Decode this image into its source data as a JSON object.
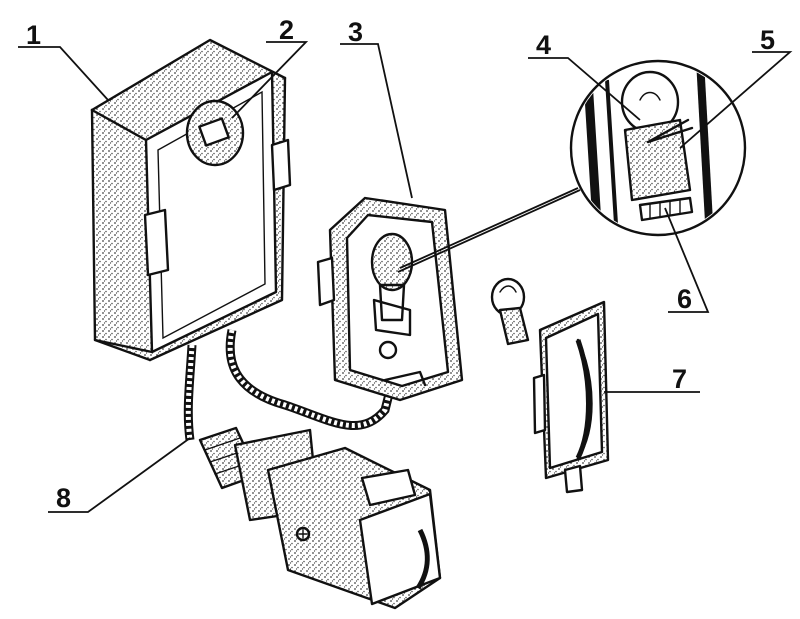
{
  "labels": [
    {
      "id": "1",
      "text": "1",
      "part": "lamp-housing"
    },
    {
      "id": "2",
      "text": "2",
      "part": "housing-lens-window"
    },
    {
      "id": "3",
      "text": "3",
      "part": "lamp-socket-bracket"
    },
    {
      "id": "4",
      "text": "4",
      "part": "bulb-contact"
    },
    {
      "id": "5",
      "text": "5",
      "part": "spring-clip"
    },
    {
      "id": "6",
      "text": "6",
      "part": "contact-screw"
    },
    {
      "id": "7",
      "text": "7",
      "part": "cover-plate"
    },
    {
      "id": "8",
      "text": "8",
      "part": "cable-plug"
    }
  ],
  "colors": {
    "ink": "#111111",
    "paper": "#ffffff",
    "stipple": "#555555"
  },
  "icons": [
    "plus-icon"
  ]
}
